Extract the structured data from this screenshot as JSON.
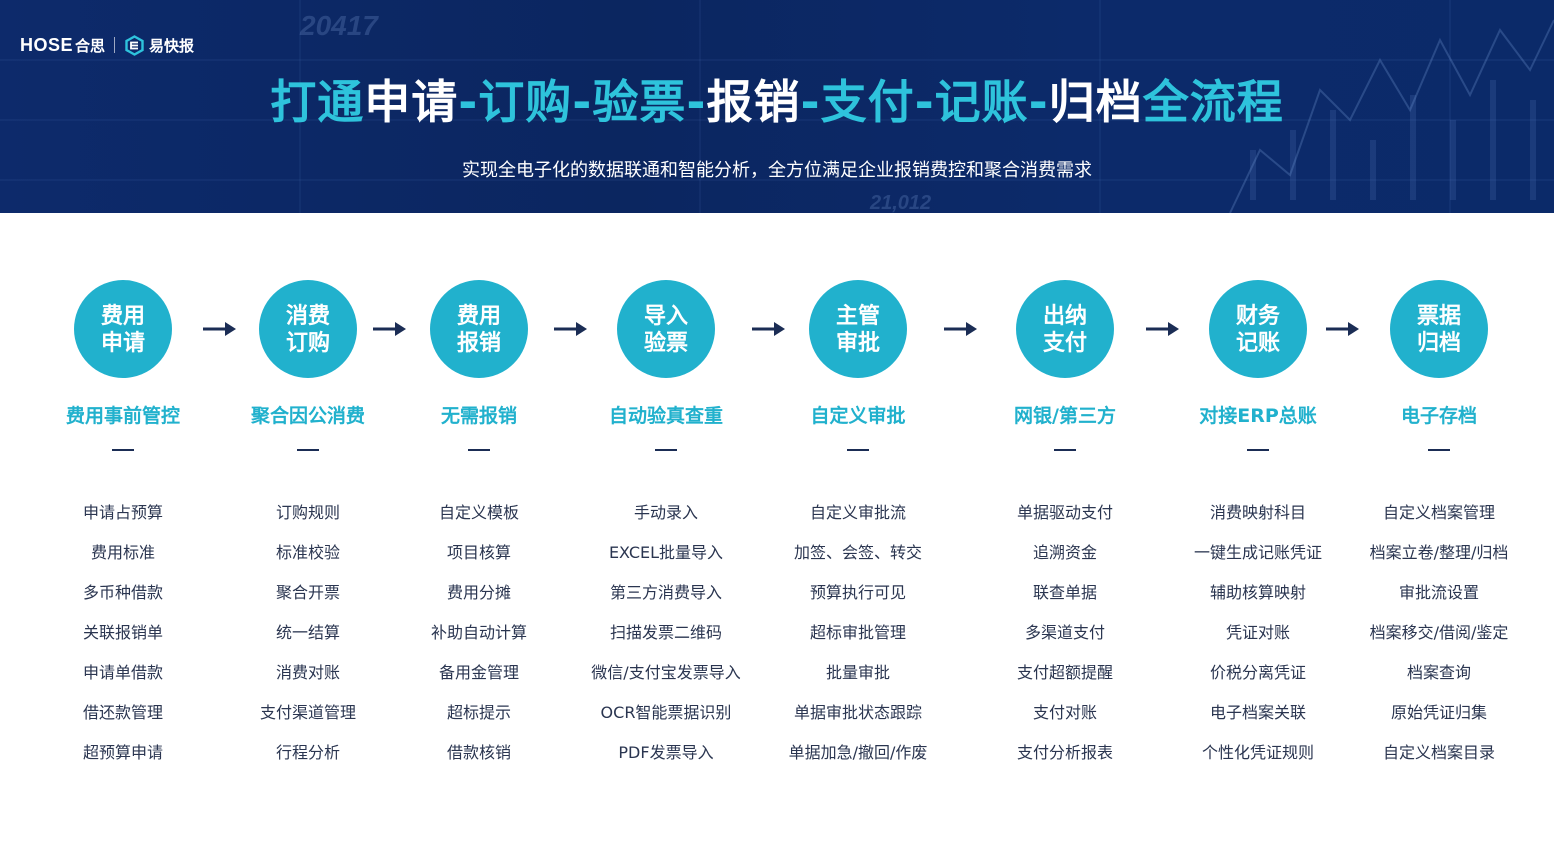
{
  "logo": {
    "hose_text": "HOSE",
    "hose_cn": "合思",
    "product_name": "易快报"
  },
  "banner": {
    "title_parts": [
      {
        "text": "打通",
        "color": "cyan"
      },
      {
        "text": "申请",
        "color": "white"
      },
      {
        "text": "-订购-验票-",
        "color": "cyan"
      },
      {
        "text": "报销",
        "color": "white"
      },
      {
        "text": "-支付-记账-",
        "color": "cyan"
      },
      {
        "text": "归档",
        "color": "white"
      },
      {
        "text": "全流程",
        "color": "cyan"
      }
    ],
    "subtitle": "实现全电子化的数据联通和智能分析，全方位满足企业报销费控和聚合消费需求",
    "deco_numbers": [
      "20417",
      "21,012"
    ]
  },
  "colors": {
    "banner_bg": "#0c2a6a",
    "accent_cyan": "#21b1cd",
    "title_cyan": "#2ec3dc",
    "arrow": "#1b2d55",
    "item_text": "#2a3550"
  },
  "steps": [
    {
      "circle_line1": "费用",
      "circle_line2": "申请",
      "title": "费用事前管控",
      "items": [
        "申请占预算",
        "费用标准",
        "多币种借款",
        "关联报销单",
        "申请单借款",
        "借还款管理",
        "超预算申请"
      ]
    },
    {
      "circle_line1": "消费",
      "circle_line2": "订购",
      "title": "聚合因公消费",
      "items": [
        "订购规则",
        "标准校验",
        "聚合开票",
        "统一结算",
        "消费对账",
        "支付渠道管理",
        "行程分析"
      ]
    },
    {
      "circle_line1": "费用",
      "circle_line2": "报销",
      "title": "无需报销",
      "items": [
        "自定义模板",
        "项目核算",
        "费用分摊",
        "补助自动计算",
        "备用金管理",
        "超标提示",
        "借款核销"
      ]
    },
    {
      "circle_line1": "导入",
      "circle_line2": "验票",
      "title": "自动验真查重",
      "items": [
        "手动录入",
        "EXCEL批量导入",
        "第三方消费导入",
        "扫描发票二维码",
        "微信/支付宝发票导入",
        "OCR智能票据识别",
        "PDF发票导入"
      ]
    },
    {
      "circle_line1": "主管",
      "circle_line2": "审批",
      "title": "自定义审批",
      "items": [
        "自定义审批流",
        "加签、会签、转交",
        "预算执行可见",
        "超标审批管理",
        "批量审批",
        "单据审批状态跟踪",
        "单据加急/撤回/作废"
      ]
    },
    {
      "circle_line1": "出纳",
      "circle_line2": "支付",
      "title": "网银/第三方",
      "items": [
        "单据驱动支付",
        "追溯资金",
        "联查单据",
        "多渠道支付",
        "支付超额提醒",
        "支付对账",
        "支付分析报表"
      ]
    },
    {
      "circle_line1": "财务",
      "circle_line2": "记账",
      "title": "对接ERP总账",
      "items": [
        "消费映射科目",
        "一键生成记账凭证",
        "辅助核算映射",
        "凭证对账",
        "价税分离凭证",
        "电子档案关联",
        "个性化凭证规则"
      ]
    },
    {
      "circle_line1": "票据",
      "circle_line2": "归档",
      "title": "电子存档",
      "items": [
        "自定义档案管理",
        "档案立卷/整理/归档",
        "审批流设置",
        "档案移交/借阅/鉴定",
        "档案查询",
        "原始凭证归集",
        "自定义档案目录"
      ]
    }
  ]
}
